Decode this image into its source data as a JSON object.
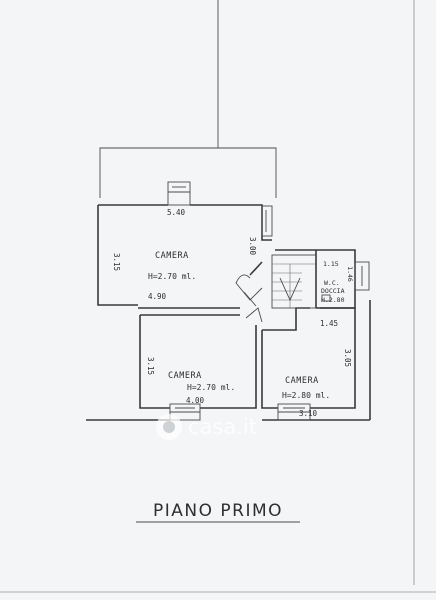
{
  "rooms": [
    {
      "name": "CAMERA",
      "height": "H=2.70 ml."
    },
    {
      "name": "CAMERA",
      "height": "H=2.70 ml."
    },
    {
      "name": "CAMERA",
      "height": "H=2.80 ml."
    }
  ],
  "bathroom": {
    "name_line1": "W.C.",
    "name_line2": "DOCCIA",
    "height": "H.2.80"
  },
  "dimensions": {
    "room1_top": "5.40",
    "room1_left": "3.15",
    "room1_right": "3.00",
    "room1_bottom": "4.90",
    "room2_left": "3.15",
    "room2_bottom": "4.00",
    "room3_top": "1.45",
    "room3_right": "3.05",
    "room3_bottom": "3.10",
    "bath_top": "1.15",
    "bath_right": "1.46"
  },
  "title": "PIANO PRIMO",
  "watermark": "casa.it"
}
